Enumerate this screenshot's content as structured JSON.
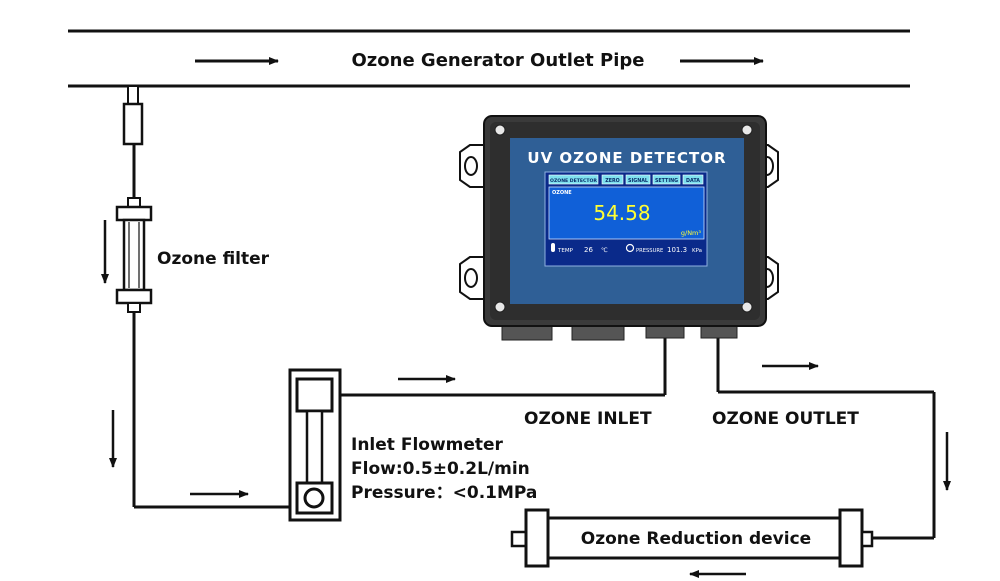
{
  "labels": {
    "pipe": "Ozone Generator Outlet Pipe",
    "ozone_filter": "Ozone filter",
    "flowmeter_title": "Inlet Flowmeter",
    "flowmeter_flow": "Flow:0.5±0.2L/min",
    "flowmeter_pressure": "Pressure：<0.1MPa",
    "ozone_inlet": "OZONE INLET",
    "ozone_outlet": "OZONE OUTLET",
    "reduction_device": "Ozone Reduction device"
  },
  "detector": {
    "title": "UV OZONE DETECTOR",
    "tabs": [
      "OZONE DETECTOR",
      "ZERO",
      "SIGNAL",
      "SETTING",
      "DATA"
    ],
    "reading_label": "OZONE",
    "reading_value": "54.58",
    "reading_unit": "g/Nm³",
    "temp_label": "TEMP",
    "temp_value": "26",
    "temp_unit": "℃",
    "pressure_label": "PRESSURE",
    "pressure_value": "101.3",
    "pressure_unit": "KPa"
  },
  "colors": {
    "line": "#111111",
    "housing": "#3a3a3a",
    "panel": "#2f5f96",
    "screen_bg": "#0a2a8a",
    "tab_bg": "#7ee0ee",
    "reading": "#ffff33"
  }
}
